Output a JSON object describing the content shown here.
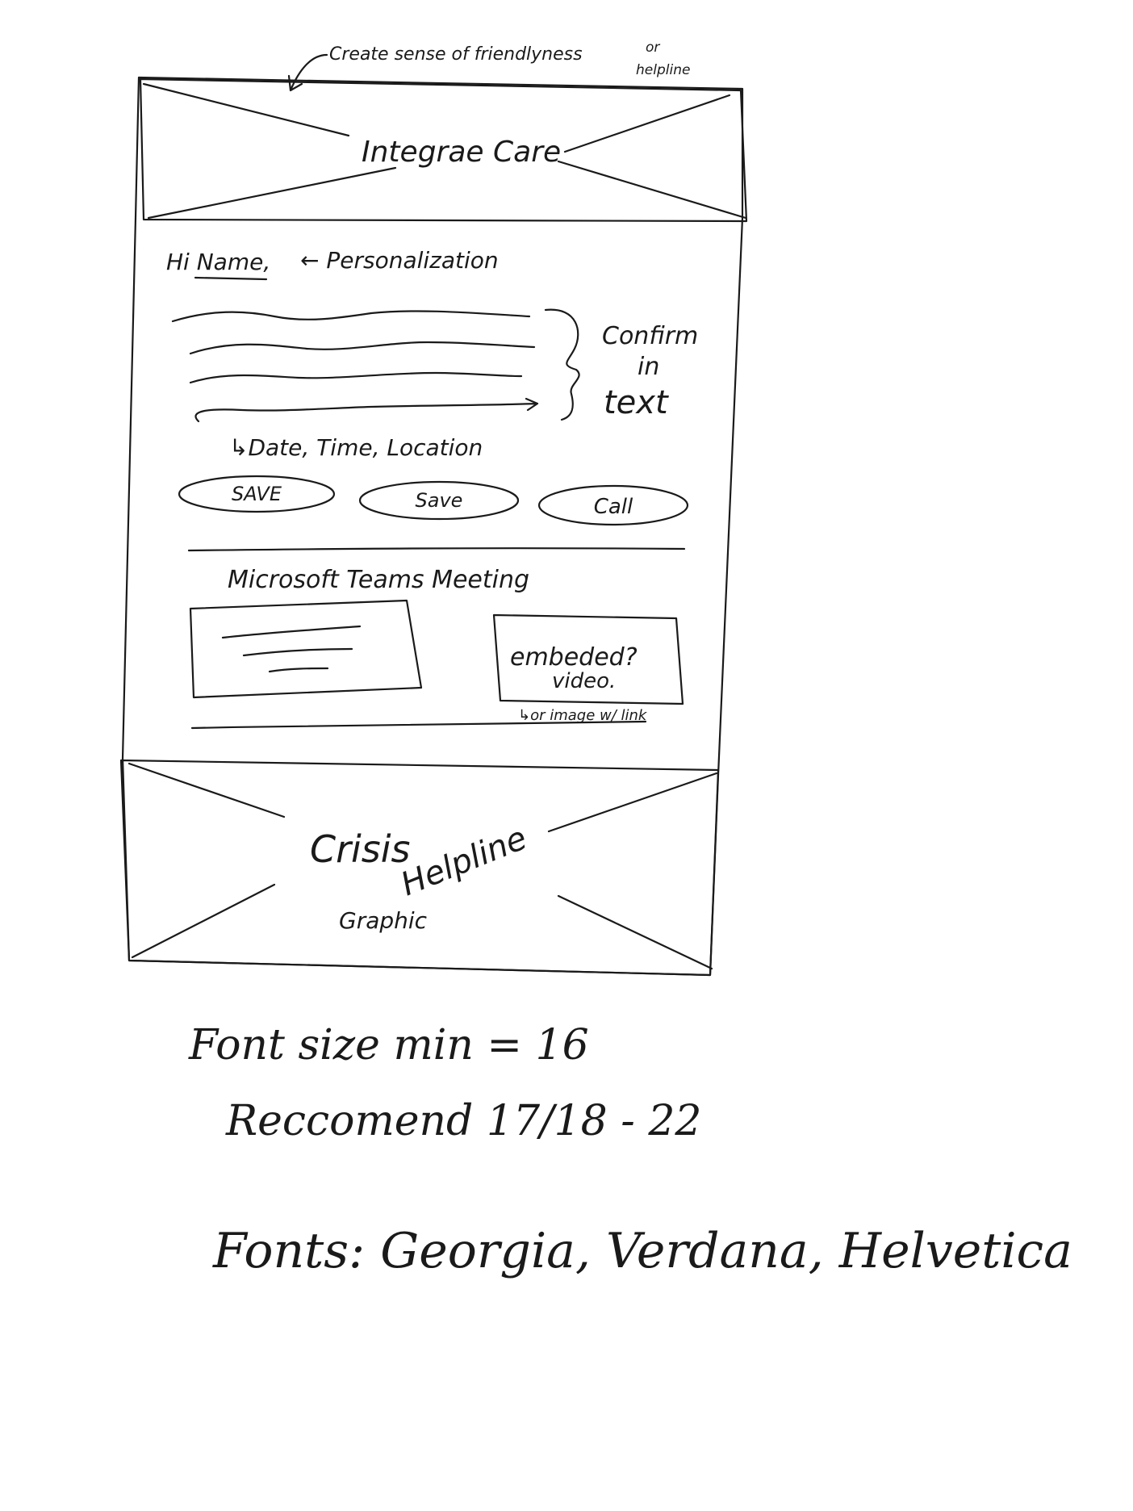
{
  "wireframe": {
    "top_note": {
      "line1": "Create sense of friendlyness",
      "line2": "or",
      "line3": "helpline"
    },
    "header_banner": {
      "title": "Integrae Care"
    },
    "greeting": {
      "text": "Hi Name,",
      "annotation": "← Personalization"
    },
    "confirmation": {
      "annotation_line1": "Confirm",
      "annotation_line2": "in",
      "annotation_line3": "text",
      "details": "↳Date, Time, Location"
    },
    "buttons": [
      {
        "label": "SAVE"
      },
      {
        "label": "Save"
      },
      {
        "label": "Call"
      }
    ],
    "teams_section": {
      "title": "Microsoft Teams Meeting",
      "embed_line1": "embeded?",
      "embed_line2": "video.",
      "embed_note": "↳or image w/ link"
    },
    "footer_banner": {
      "word1": "Crisis",
      "word2": "Helpline",
      "word3": "Graphic"
    }
  },
  "notes": {
    "font_size": "Font size min = 16",
    "recommend": "Reccomend 17/18 - 22",
    "fonts": "Fonts: Georgia, Verdana, Helvetica"
  }
}
